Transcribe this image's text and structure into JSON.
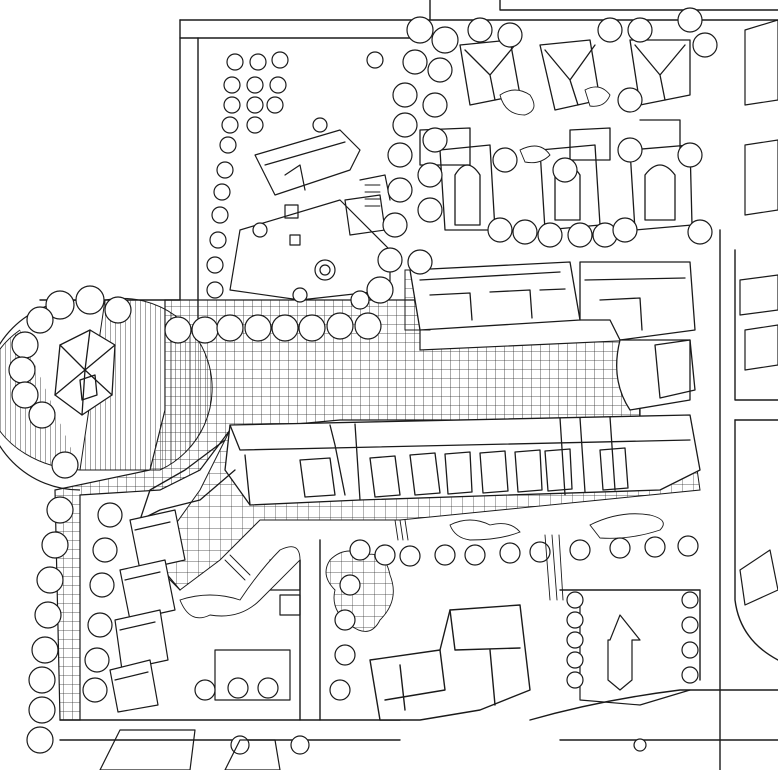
{
  "drawing": {
    "ink_color": "#1a1a1a",
    "paper_color": "#ffffff",
    "paving_color": "#2a2a2a",
    "hatch_color": "#333333"
  },
  "trees": {
    "north_row": 14,
    "west_edge": 16,
    "south_row": 18,
    "plaza_ring": 8,
    "garden_cluster": 22
  }
}
